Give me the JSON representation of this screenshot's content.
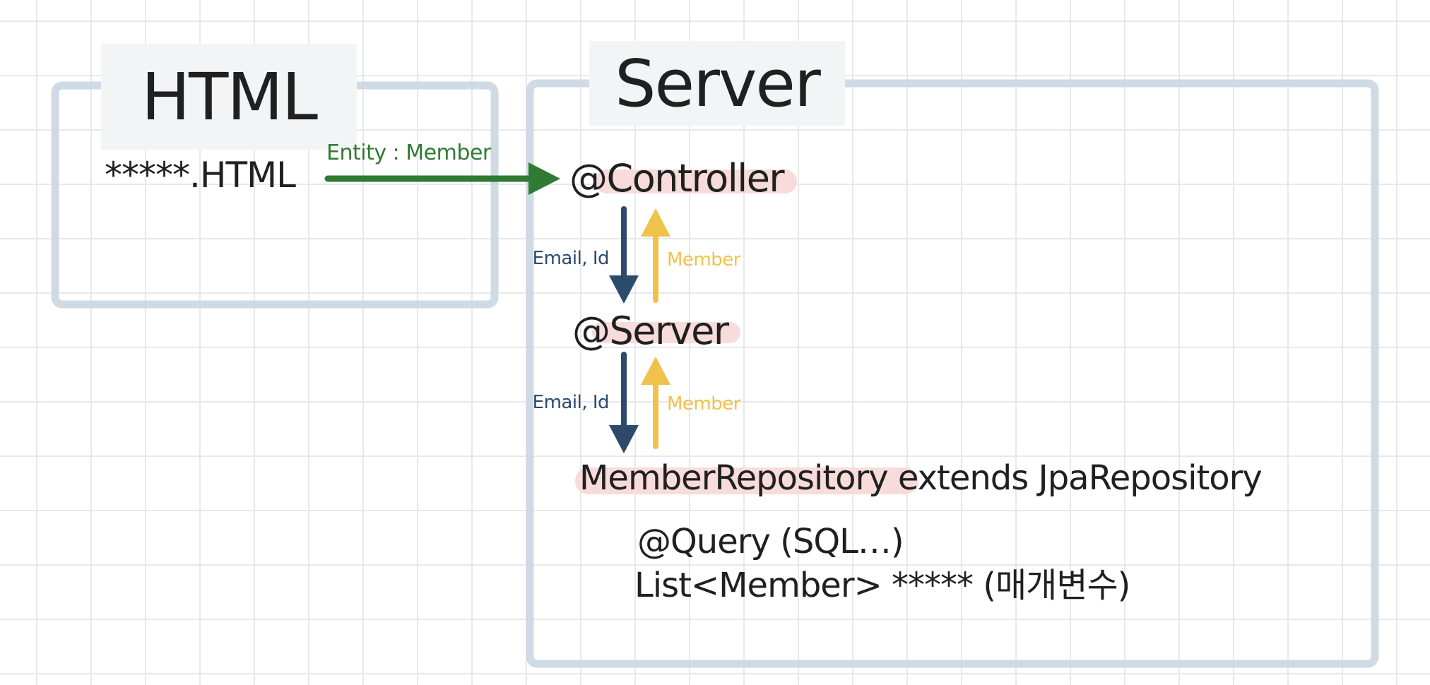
{
  "colors": {
    "ink": "#202020",
    "grid-line": "#e6e8eb",
    "box-border": "#cbd7e3",
    "title-bg": "#f3f4f6",
    "pink-highlight": "#f8dbdb",
    "green": "#2f7b33",
    "navy": "#2c4a6b",
    "yellow": "#f0c24b"
  },
  "html_box": {
    "title": "HTML",
    "file_label": "*****.HTML"
  },
  "server_box": {
    "title": "Server",
    "controller_label": "@Controller",
    "service_label": "@Server",
    "repository_line": "MemberRepository extends JpaRepository",
    "query_line": "@Query (SQL…)",
    "signature_line": "List<Member> ***** (매개변수)"
  },
  "arrows": {
    "entity": {
      "label": "Entity : Member"
    },
    "controller_to_service": {
      "down_label": "Email, Id",
      "up_label": "Member"
    },
    "service_to_repository": {
      "down_label": "Email, Id",
      "up_label": "Member"
    }
  }
}
